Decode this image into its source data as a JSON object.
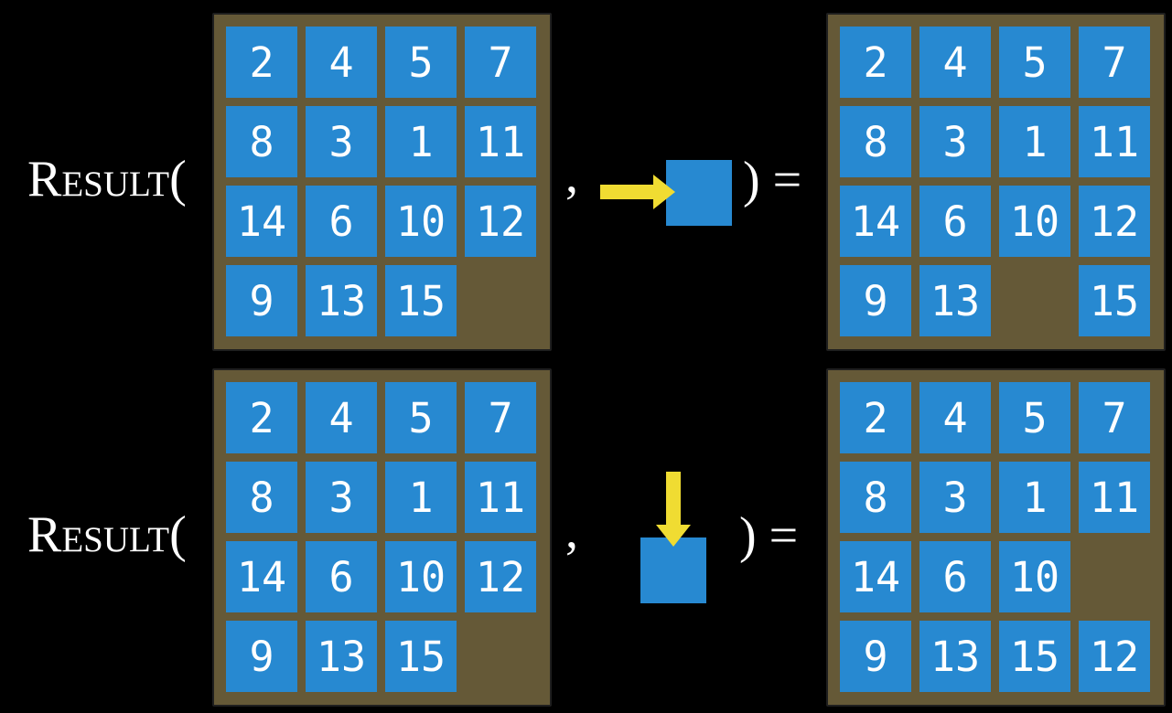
{
  "figure": {
    "function_label": "Result(",
    "comma": ",",
    "close_paren_equals": ") ="
  },
  "colors": {
    "background": "#000000",
    "board_brown": "#655937",
    "tile_blue": "#2789D1",
    "arrow_yellow": "#F0DC32",
    "text_white": "#FFFFFF",
    "board_edge": "#1F1F1F"
  },
  "examples": [
    {
      "id": "move-right",
      "move_direction": "right",
      "move_icon": "right-arrow-icon",
      "input_grid": [
        [
          "2",
          "4",
          "5",
          "7"
        ],
        [
          "8",
          "3",
          "1",
          "11"
        ],
        [
          "14",
          "6",
          "10",
          "12"
        ],
        [
          "9",
          "13",
          "15",
          ""
        ]
      ],
      "output_grid": [
        [
          "2",
          "4",
          "5",
          "7"
        ],
        [
          "8",
          "3",
          "1",
          "11"
        ],
        [
          "14",
          "6",
          "10",
          "12"
        ],
        [
          "9",
          "13",
          "",
          "15"
        ]
      ]
    },
    {
      "id": "move-down",
      "move_direction": "down",
      "move_icon": "down-arrow-icon",
      "input_grid": [
        [
          "2",
          "4",
          "5",
          "7"
        ],
        [
          "8",
          "3",
          "1",
          "11"
        ],
        [
          "14",
          "6",
          "10",
          "12"
        ],
        [
          "9",
          "13",
          "15",
          ""
        ]
      ],
      "output_grid": [
        [
          "2",
          "4",
          "5",
          "7"
        ],
        [
          "8",
          "3",
          "1",
          "11"
        ],
        [
          "14",
          "6",
          "10",
          ""
        ],
        [
          "9",
          "13",
          "15",
          "12"
        ]
      ]
    }
  ]
}
